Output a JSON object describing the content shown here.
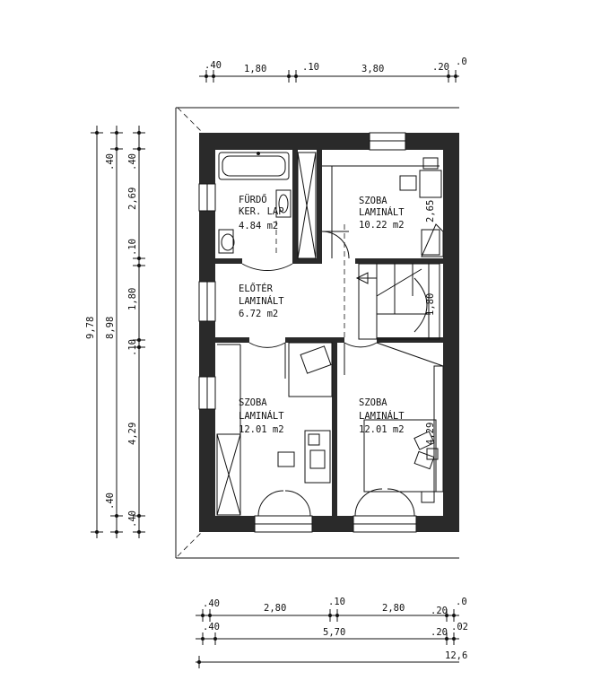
{
  "dimensions": {
    "top": [
      ".40",
      "1,80",
      ".10",
      "3,80",
      ".20",
      ".0"
    ],
    "left_outer": "9,78",
    "left_mid": "8,98",
    "left_inner": [
      ".40",
      "2,69",
      ".10",
      "1,80",
      ".10",
      "4,29",
      ".40"
    ],
    "left_mid_ends": [
      ".40",
      ".40"
    ],
    "bottom_row1": [
      ".40",
      "2,80",
      ".10",
      "2,80",
      ".20",
      ".0"
    ],
    "bottom_row2": [
      ".40",
      "5,70",
      ".20",
      ".02"
    ],
    "bottom_row3": "12,6"
  },
  "rooms": {
    "bathroom": {
      "name": "FÜRDŐ",
      "floor": "KER. LAP",
      "area": "4.84 m2"
    },
    "hall": {
      "name": "ELŐTÉR",
      "floor": "LAMINÁLT",
      "area": "6.72 m2"
    },
    "bedroom_ne": {
      "name": "SZOBA",
      "floor": "LAMINÁLT",
      "area": "10.22 m2"
    },
    "bedroom_sw": {
      "name": "SZOBA",
      "floor": "LAMINÁLT",
      "area": "12.01 m2"
    },
    "bedroom_se": {
      "name": "SZOBA",
      "floor": "LAMINÁLT",
      "area": "12.01 m2"
    }
  },
  "interior_dims": {
    "ne_room": "2,65",
    "stair": "1,80",
    "se_room": "4,29"
  }
}
